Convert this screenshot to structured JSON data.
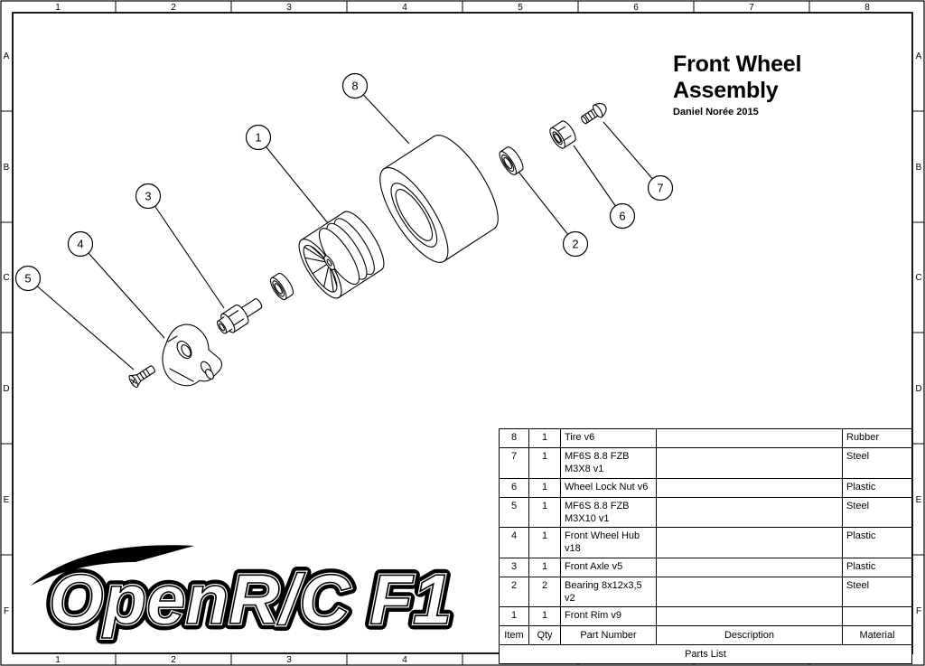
{
  "title_block": {
    "title_line1": "Front Wheel",
    "title_line2": "Assembly",
    "author": "Daniel Norée 2015"
  },
  "logo": {
    "text": "OpenR/C F1"
  },
  "grid": {
    "columns": [
      "1",
      "2",
      "3",
      "4",
      "5",
      "6",
      "7",
      "8"
    ],
    "rows": [
      "A",
      "B",
      "C",
      "D",
      "E",
      "F"
    ]
  },
  "balloons": [
    "1",
    "2",
    "3",
    "4",
    "5",
    "6",
    "7",
    "8"
  ],
  "parts_list": {
    "caption": "Parts List",
    "headers": {
      "item": "Item",
      "qty": "Qty",
      "part_number": "Part Number",
      "description": "Description",
      "material": "Material"
    },
    "rows": [
      {
        "item": "8",
        "qty": "1",
        "part_number": "Tire v6",
        "description": "",
        "material": "Rubber"
      },
      {
        "item": "7",
        "qty": "1",
        "part_number": "MF6S 8.8 FZB M3X8 v1",
        "description": "",
        "material": "Steel"
      },
      {
        "item": "6",
        "qty": "1",
        "part_number": "Wheel Lock Nut v6",
        "description": "",
        "material": "Plastic"
      },
      {
        "item": "5",
        "qty": "1",
        "part_number": "MF6S 8.8 FZB M3X10 v1",
        "description": "",
        "material": "Steel"
      },
      {
        "item": "4",
        "qty": "1",
        "part_number": "Front Wheel Hub v18",
        "description": "",
        "material": "Plastic"
      },
      {
        "item": "3",
        "qty": "1",
        "part_number": "Front Axle v5",
        "description": "",
        "material": "Plastic"
      },
      {
        "item": "2",
        "qty": "2",
        "part_number": "Bearing 8x12x3,5 v2",
        "description": "",
        "material": "Steel"
      },
      {
        "item": "1",
        "qty": "1",
        "part_number": "Front Rim v9",
        "description": "",
        "material": ""
      }
    ]
  },
  "colors": {
    "line": "#000000",
    "background": "#ffffff"
  }
}
